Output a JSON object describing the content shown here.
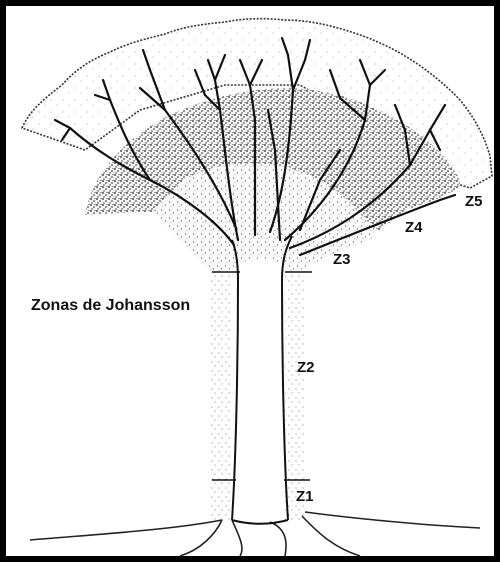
{
  "diagram": {
    "title": "Zonas de Johansson",
    "zones": [
      {
        "id": "z1",
        "label": "Z1"
      },
      {
        "id": "z2",
        "label": "Z2"
      },
      {
        "id": "z3",
        "label": "Z3"
      },
      {
        "id": "z4",
        "label": "Z4"
      },
      {
        "id": "z5",
        "label": "Z5"
      }
    ]
  },
  "colors": {
    "frame": "#000000",
    "ink": "#1a1a1a",
    "background": "#ffffff"
  }
}
